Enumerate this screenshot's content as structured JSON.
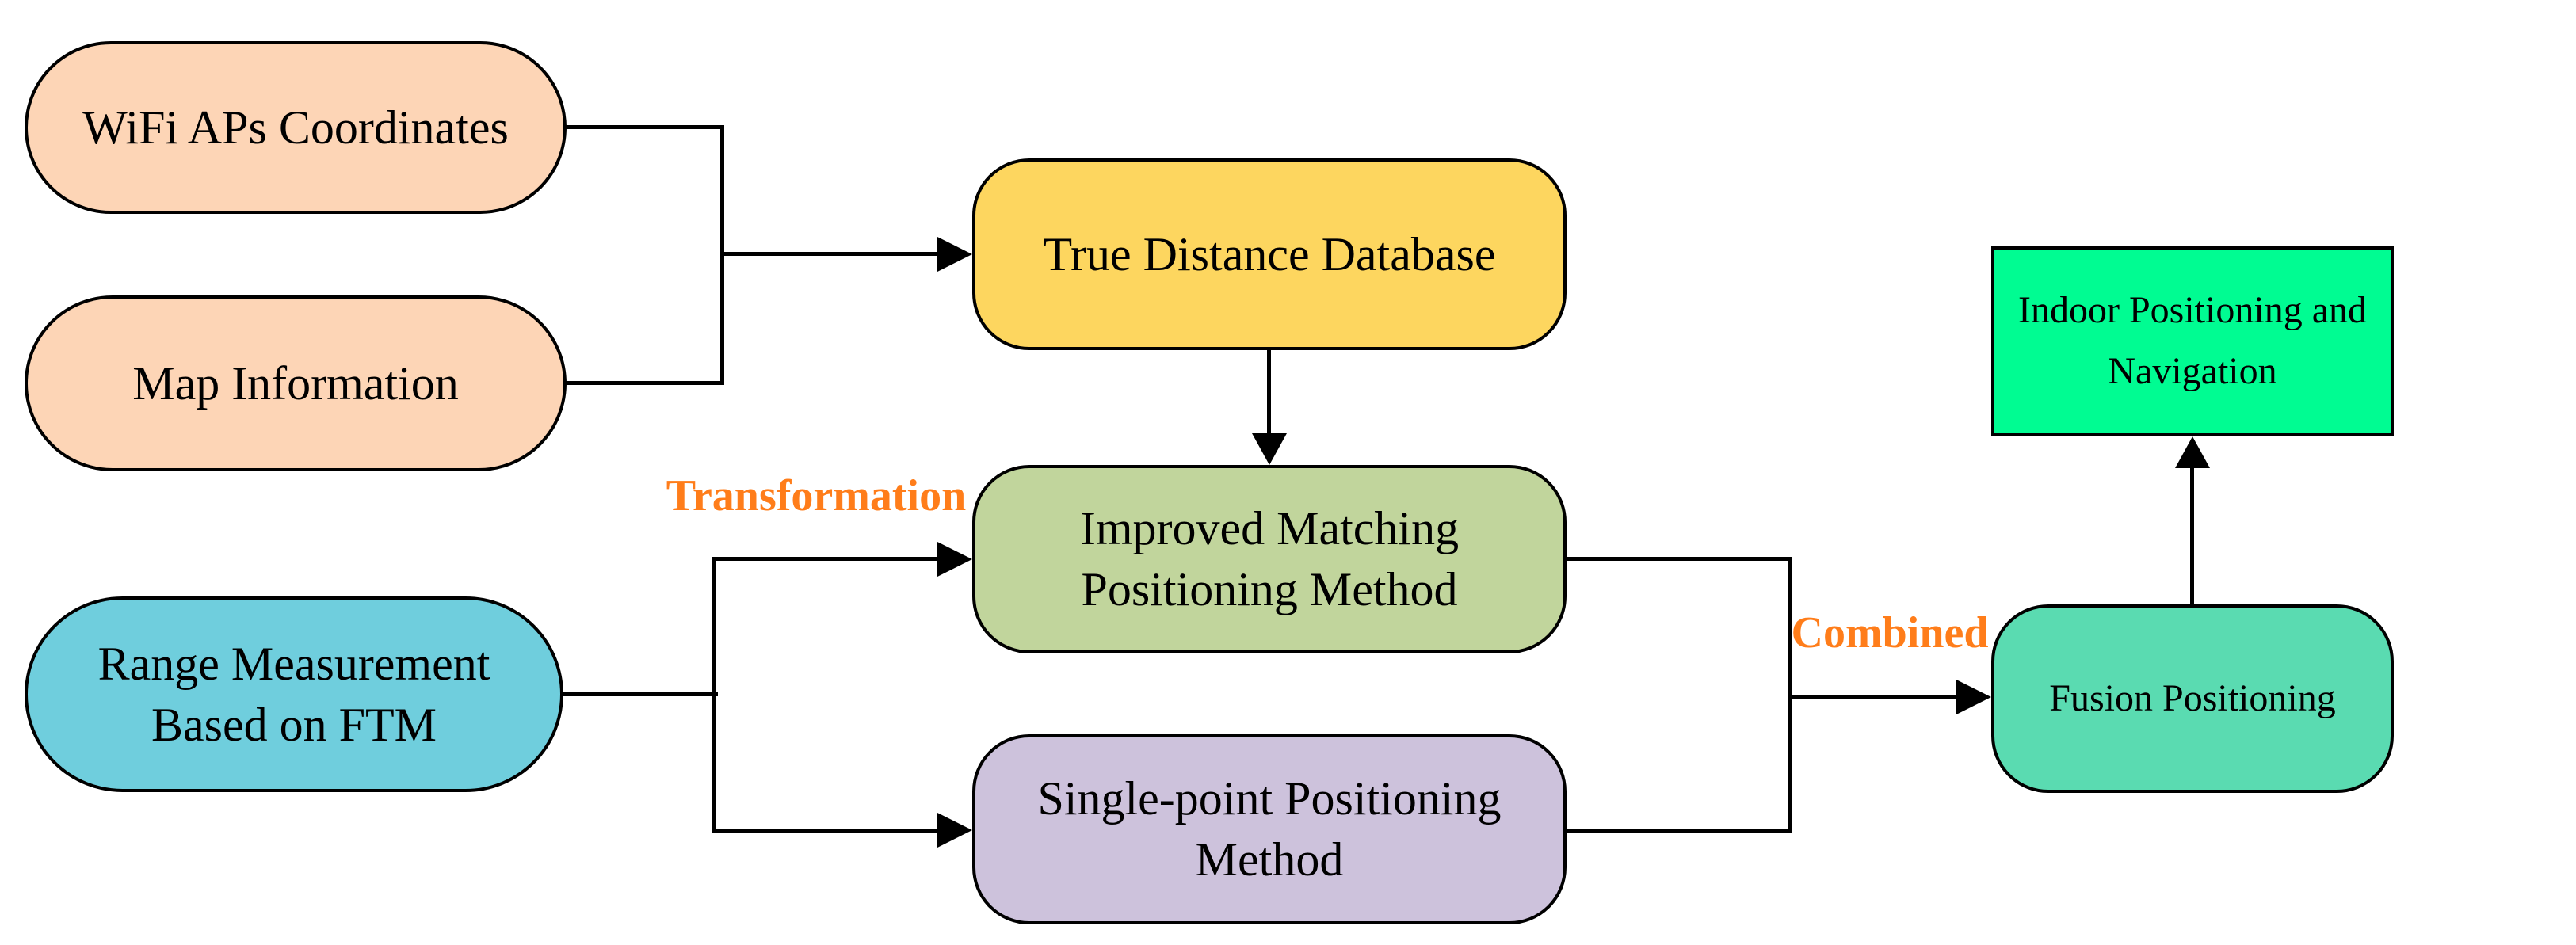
{
  "figure": {
    "type": "flowchart",
    "background": "#FFFFFF",
    "connector_color": "#000000",
    "text_color": "#000000"
  },
  "nodes": [
    {
      "id": "wifi-aps-coordinates",
      "label": "WiFi APs Coordinates",
      "shape": "stadium",
      "fill": "#FDD5B6",
      "border": "#000000"
    },
    {
      "id": "map-information",
      "label": "Map Information",
      "shape": "stadium",
      "fill": "#FDD5B6",
      "border": "#000000"
    },
    {
      "id": "range-measurement-ftm",
      "label": "Range Measurement\nBased on FTM",
      "shape": "stadium",
      "fill": "#6FCEDD",
      "border": "#000000"
    },
    {
      "id": "true-distance-database",
      "label": "True Distance Database",
      "shape": "rounded-rect",
      "fill": "#FDD65F",
      "border": "#000000"
    },
    {
      "id": "improved-matching",
      "label": "Improved Matching\nPositioning Method",
      "shape": "rounded-rect",
      "fill": "#C1D59C",
      "border": "#000000"
    },
    {
      "id": "single-point",
      "label": "Single-point Positioning\nMethod",
      "shape": "rounded-rect",
      "fill": "#CDC2DC",
      "border": "#000000"
    },
    {
      "id": "fusion-positioning",
      "label": "Fusion Positioning",
      "shape": "rounded-rect",
      "fill": "#5ADBB1",
      "border": "#000000"
    },
    {
      "id": "indoor-positioning",
      "label": "Indoor Positioning and\nNavigation",
      "shape": "rect",
      "fill": "#00FC92",
      "border": "#000000"
    }
  ],
  "edge_labels": [
    {
      "id": "transformation",
      "text": "Transformation",
      "color": "#FF7D1A"
    },
    {
      "id": "combined",
      "text": "Combined",
      "color": "#FF7D1A"
    }
  ]
}
